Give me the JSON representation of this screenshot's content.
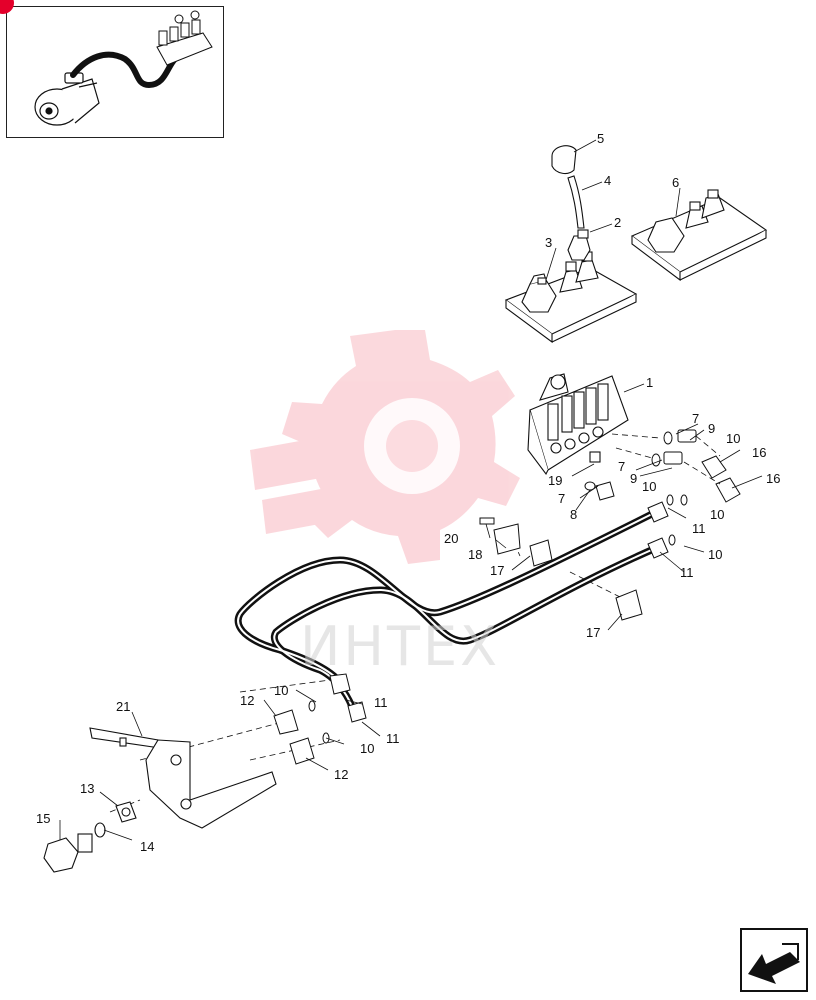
{
  "page": {
    "corner_mark_color": "#e4002b",
    "watermark_color": "#e8102a"
  },
  "watermark": {
    "text": "ИНТЕХ",
    "icon": "gear-wrench-logo"
  },
  "thumbnail": {
    "icon": "pump-hose-valve-thumbnail"
  },
  "nav": {
    "icon": "return-arrow-icon"
  },
  "callouts": {
    "c1": "1",
    "c2": "2",
    "c3": "3",
    "c4": "4",
    "c5": "5",
    "c6": "6",
    "c7a": "7",
    "c7b": "7",
    "c7c": "7",
    "c8": "8",
    "c9a": "9",
    "c9b": "9",
    "c10a": "10",
    "c10b": "10",
    "c10c": "10",
    "c10d": "10",
    "c10e": "10",
    "c10f": "10",
    "c11a": "11",
    "c11b": "11",
    "c11c": "11",
    "c11d": "11",
    "c12a": "12",
    "c12b": "12",
    "c13": "13",
    "c14": "14",
    "c15": "15",
    "c16a": "16",
    "c16b": "16",
    "c17a": "17",
    "c17b": "17",
    "c18": "18",
    "c19": "19",
    "c20": "20",
    "c21": "21"
  }
}
